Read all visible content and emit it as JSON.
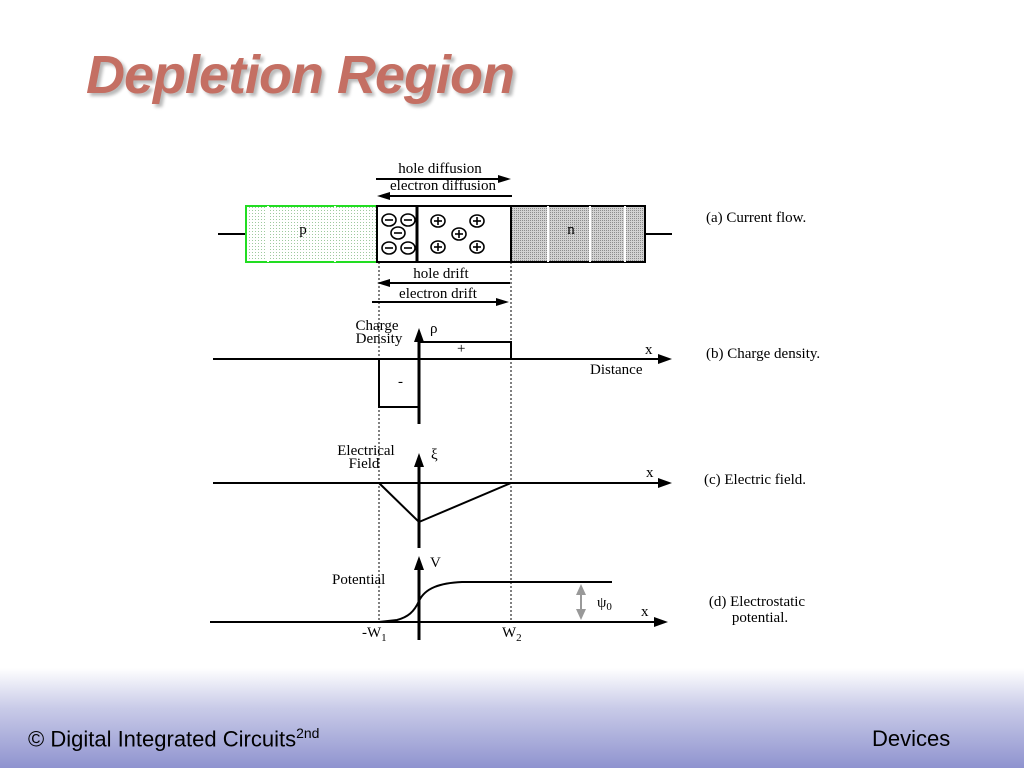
{
  "slide": {
    "title": "Depletion Region"
  },
  "diagram": {
    "current_flow": {
      "hole_diffusion": "hole diffusion",
      "electron_diffusion": "electron diffusion",
      "p_label": "p",
      "n_label": "n",
      "hole_drift": "hole drift",
      "electron_drift": "electron drift",
      "caption": "(a) Current flow."
    },
    "charge_density": {
      "axis_label_line1": "Charge",
      "axis_label_line2": "Density",
      "symbol": "ρ",
      "plus": "+",
      "minus": "-",
      "x_label": "x",
      "distance_label": "Distance",
      "caption": "(b) Charge density."
    },
    "electric_field": {
      "axis_label_line1": "Electrical",
      "axis_label_line2": "Field",
      "symbol": "ξ",
      "x_label": "x",
      "caption": "(c) Electric field."
    },
    "potential": {
      "axis_label": "Potential",
      "symbol": "V",
      "psi": "ψ",
      "psi_sub": "0",
      "x_label": "x",
      "w1": "-W",
      "w1_sub": "1",
      "w2": "W",
      "w2_sub": "2",
      "caption_line1": "(d) Electrostatic",
      "caption_line2": "potential."
    },
    "colors": {
      "p_region_border": "#22dd22",
      "n_region_fill": "#c8c8c8",
      "psi_arrow": "#999999"
    }
  },
  "footer": {
    "left_text": "© Digital Integrated Circuits",
    "left_sup": "2nd",
    "right_text": "Devices"
  }
}
